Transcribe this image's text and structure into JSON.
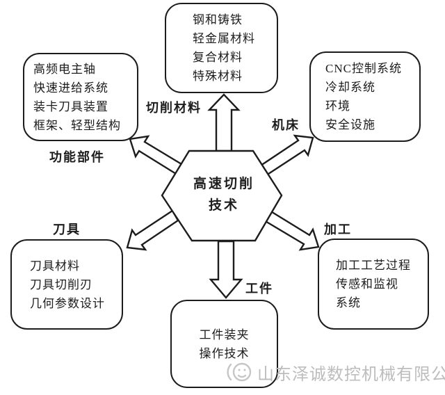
{
  "diagram": {
    "center_node": {
      "line1": "高速切削",
      "line2": "技术"
    },
    "nodes": [
      {
        "id": "cutting-materials",
        "lines": [
          "钢和铸铁",
          "轻金属材料",
          "复合材料",
          "特殊材料"
        ]
      },
      {
        "id": "functional-components",
        "lines": [
          "高频电主轴",
          "快速进给系统",
          "装卡刀具装置",
          "框架、轻型结构"
        ]
      },
      {
        "id": "machine-tool",
        "lines": [
          "CNC控制系统",
          "冷却系统",
          "环境",
          "安全设施"
        ]
      },
      {
        "id": "cutting-tool",
        "lines": [
          "刀具材料",
          "刀具切削刃",
          "几何参数设计"
        ]
      },
      {
        "id": "machining-process",
        "lines": [
          "加工工艺过程",
          "传感和监视",
          "系统"
        ]
      },
      {
        "id": "workpiece",
        "lines": [
          "工件装夹",
          "操作技术"
        ]
      }
    ],
    "edge_labels": {
      "cutting_material": "切削材料",
      "machine": "机床",
      "functional_components": "功能部件",
      "tool": "刀具",
      "machining": "加工",
      "workpiece": "工件"
    }
  },
  "watermark": {
    "company": "山东泽诚数控机械有限公司",
    "logo": "swirl-face-logo"
  },
  "colors": {
    "ink": "#1c1c1c",
    "watermark_gray": "#bdbdbd",
    "background": "#ffffff"
  }
}
